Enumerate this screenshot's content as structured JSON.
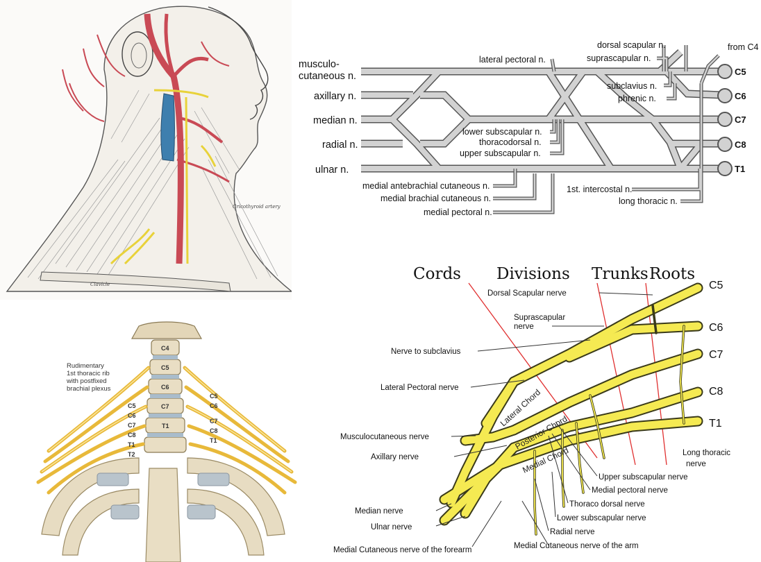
{
  "neck_panel": {
    "label": "Cricothyroid artery",
    "clavicle": "Clavicle"
  },
  "schematic": {
    "left_labels": [
      "musculo-",
      "cutaneous n.",
      "axillary n.",
      "median n.",
      "radial n.",
      "ulnar n."
    ],
    "top_labels": [
      "lateral pectoral n.",
      "dorsal scapular n.",
      "suprascapular n.",
      "from C4",
      "subclavius n.",
      "phrenic n."
    ],
    "mid_labels": [
      "lower subscapular n.",
      "thoracodorsal n.",
      "upper subscapular n."
    ],
    "bottom_labels": [
      "medial antebrachial cutaneous n.",
      "medial brachial cutaneous n.",
      "medial pectoral n.",
      "1st. intercostal n.",
      "long thoracic n."
    ],
    "roots": [
      "C5",
      "C6",
      "C7",
      "C8",
      "T1"
    ]
  },
  "spine_panel": {
    "note": [
      "Rudimentary",
      "1st thoracic rib",
      "with postfixed",
      "brachial plexus"
    ],
    "vertebrae": [
      "C4",
      "C5",
      "C6",
      "C7",
      "T1"
    ],
    "left_roots": [
      "C5",
      "C6",
      "C7",
      "C8",
      "T1",
      "T2"
    ],
    "right_roots": [
      "C5",
      "C6",
      "C7",
      "C8",
      "T1"
    ]
  },
  "plexus": {
    "headers": [
      "Cords",
      "Divisions",
      "Trunks",
      "Roots"
    ],
    "roots": [
      "C5",
      "C6",
      "C7",
      "C8",
      "T1"
    ],
    "cords": [
      "Lateral Chord",
      "Posterior Chord",
      "Medial Chord"
    ],
    "left_labels": [
      "Dorsal Scapular nerve",
      "Suprascapular",
      "nerve",
      "Nerve to subclavius",
      "Lateral Pectoral nerve",
      "Musculocutaneous nerve",
      "Axillary nerve",
      "Median nerve",
      "Ulnar nerve",
      "Medial Cutaneous nerve of the forearm"
    ],
    "right_labels": [
      "Long thoracic",
      "nerve",
      "Upper subscapular nerve",
      "Medial pectoral nerve",
      "Thoraco dorsal nerve",
      "Lower subscapular nerve",
      "Radial nerve",
      "Medial Cutaneous nerve of the arm"
    ]
  },
  "colors": {
    "nerve_yellow": "#f5ea52",
    "nerve_outline": "#3a3a1a",
    "artery": "#c94a55",
    "vein": "#3e7fae",
    "red_line": "#e03030"
  }
}
